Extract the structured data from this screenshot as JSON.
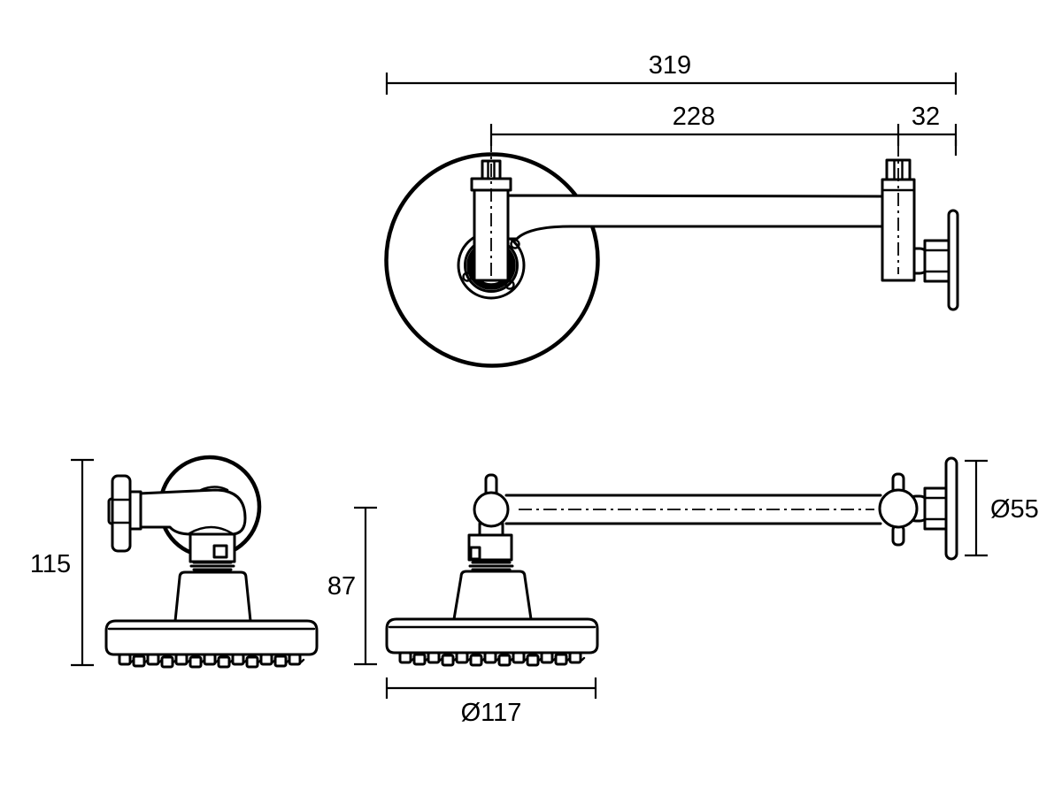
{
  "dimensions": {
    "overall_length": "319",
    "arm_projection": "228",
    "wall_fitting_depth": "32",
    "bracket_height": "115",
    "head_drop_height": "87",
    "flange_diameter": "Ø55",
    "head_diameter": "Ø117"
  },
  "colors": {
    "line": "#000000",
    "background": "#ffffff"
  }
}
